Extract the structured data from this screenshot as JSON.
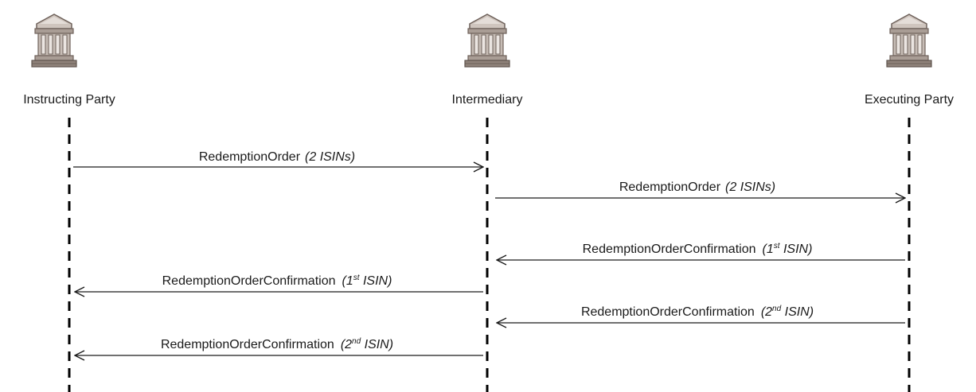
{
  "participants": [
    {
      "id": "instructing",
      "name": "Instructing Party",
      "icon": "bank-building-icon"
    },
    {
      "id": "intermediary",
      "name": "Intermediary",
      "icon": "bank-building-icon"
    },
    {
      "id": "executing",
      "name": "Executing Party",
      "icon": "bank-building-icon"
    }
  ],
  "messages": [
    {
      "from": "instructing",
      "to": "intermediary",
      "label": "RedemptionOrder",
      "note_prefix": "(2 ISINs)",
      "note_sup": "",
      "note_suffix": ""
    },
    {
      "from": "intermediary",
      "to": "executing",
      "label": "RedemptionOrder",
      "note_prefix": "(2 ISINs)",
      "note_sup": "",
      "note_suffix": ""
    },
    {
      "from": "executing",
      "to": "intermediary",
      "label": "RedemptionOrderConfirmation",
      "note_prefix": "(1",
      "note_sup": "st",
      "note_suffix": " ISIN)"
    },
    {
      "from": "intermediary",
      "to": "instructing",
      "label": "RedemptionOrderConfirmation",
      "note_prefix": "(1",
      "note_sup": "st",
      "note_suffix": "  ISIN)"
    },
    {
      "from": "executing",
      "to": "intermediary",
      "label": "RedemptionOrderConfirmation",
      "note_prefix": "(2",
      "note_sup": "nd",
      "note_suffix": " ISIN)"
    },
    {
      "from": "intermediary",
      "to": "instructing",
      "label": "RedemptionOrderConfirmation",
      "note_prefix": "(2",
      "note_sup": "nd",
      "note_suffix": " ISIN)"
    }
  ],
  "colors": {
    "lifeline": "#000000",
    "arrow": "#1a1a1a",
    "icon_fill": "#b9aea6",
    "icon_dark": "#7f716a",
    "icon_light": "#ddd5cf"
  }
}
